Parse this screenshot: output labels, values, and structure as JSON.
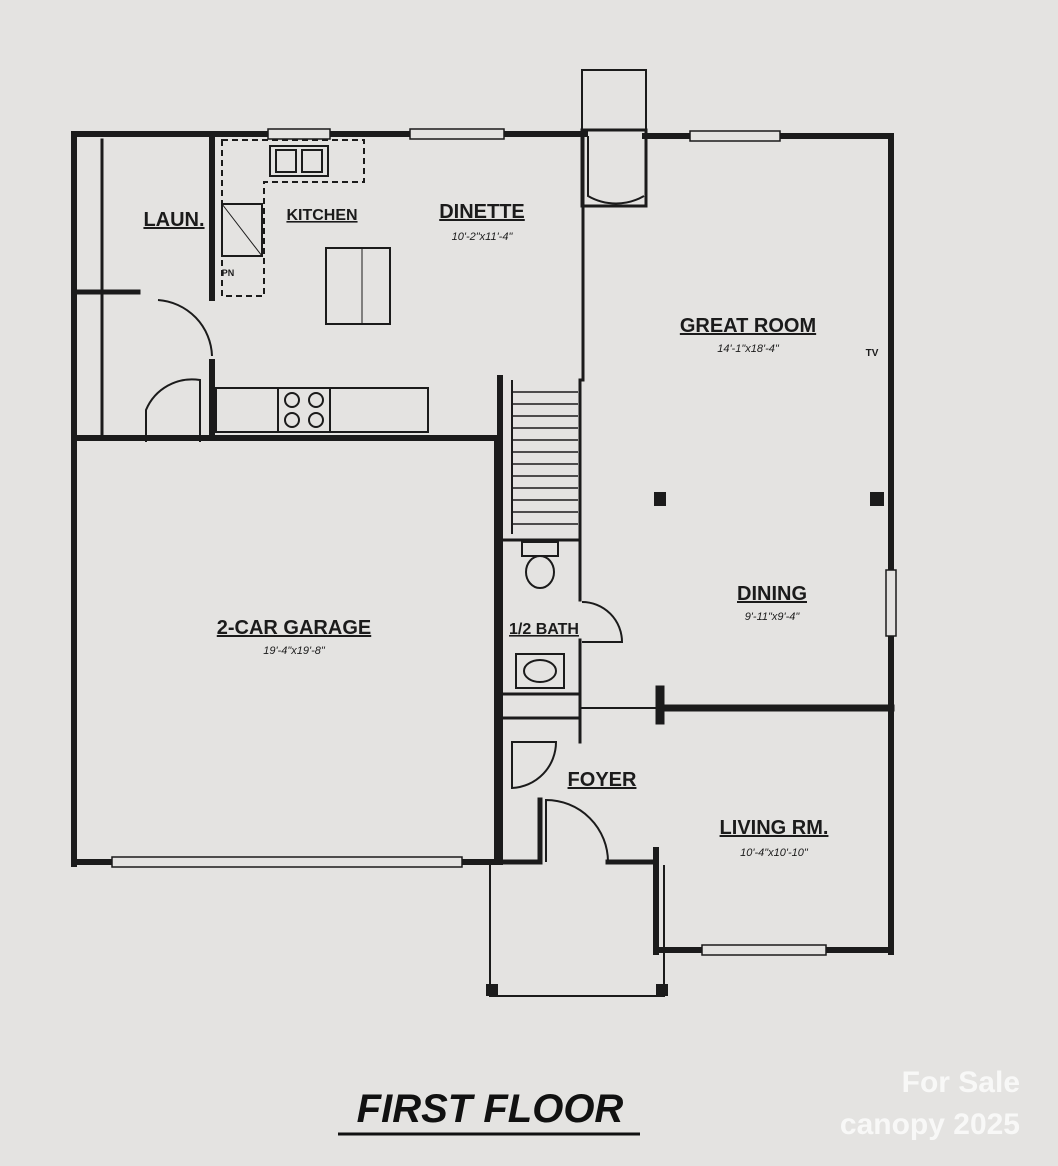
{
  "title": "FIRST FLOOR",
  "rooms": {
    "laundry": {
      "name": "LAUN."
    },
    "kitchen": {
      "name": "KITCHEN"
    },
    "dinette": {
      "name": "DINETTE",
      "dims": "10'-2\"x11'-4\""
    },
    "great_room": {
      "name": "GREAT ROOM",
      "dims": "14'-1\"x18'-4\""
    },
    "dining": {
      "name": "DINING",
      "dims": "9'-11\"x9'-4\""
    },
    "garage": {
      "name": "2-CAR GARAGE",
      "dims": "19'-4\"x19'-8\""
    },
    "half_bath": {
      "name": "1/2 BATH"
    },
    "foyer": {
      "name": "FOYER"
    },
    "living": {
      "name": "LIVING RM.",
      "dims": "10'-4\"x10'-10\""
    }
  },
  "fixtures": {
    "tv": "TV",
    "pantry": "PN"
  },
  "watermark": {
    "line1": "For Sale",
    "line2": "canopy 2025"
  },
  "colors": {
    "paper": "#e4e3e1",
    "wall": "#1b1b1b"
  }
}
